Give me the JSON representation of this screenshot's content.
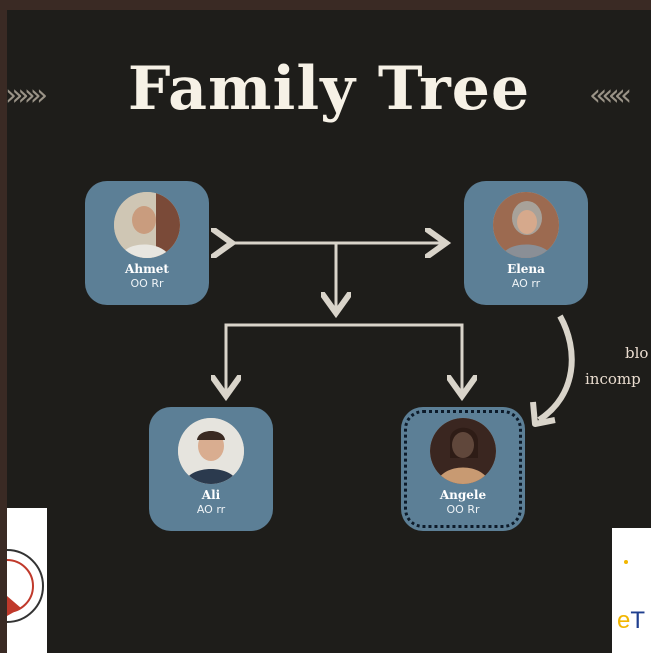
{
  "title": "Family Tree",
  "decor": {
    "left_chevrons": "»»»",
    "right_chevrons": "«««"
  },
  "people": {
    "ahmet": {
      "name": "Ahmet",
      "detail": "OO Rr"
    },
    "elena": {
      "name": "Elena",
      "detail": "AO rr"
    },
    "ali": {
      "name": "Ali",
      "detail": "AO rr"
    },
    "angele": {
      "name": "Angele",
      "detail": "OO Rr"
    }
  },
  "side_note": {
    "line1": "blo",
    "line2": "incomp"
  },
  "logos": {
    "right_text_e": "e",
    "right_text_rest": "T"
  },
  "colors": {
    "card": "#5c7f96",
    "background": "#1e1d1a",
    "lines": "#d9d4ca"
  }
}
